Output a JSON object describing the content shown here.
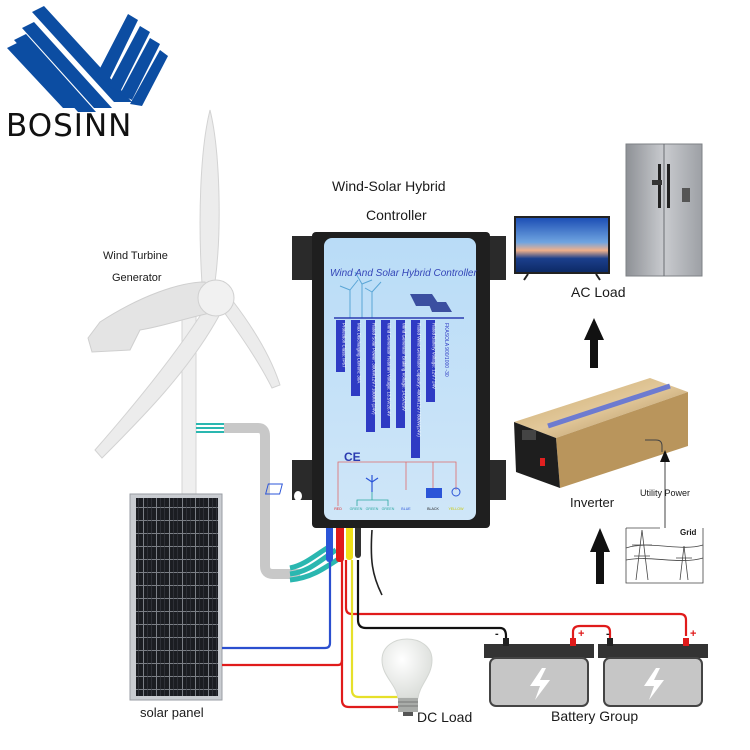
{
  "brand": {
    "name": "BOSINN",
    "logo_color": "#0c4da2"
  },
  "controller": {
    "title_line1": "Wind-Solar Hybrid",
    "title_line2": "Controller",
    "panel_heading": "Wind And Solar Hybrid Controller",
    "model": "FKASOLA 900/1000 -30",
    "specs": [
      "Protection Class: IP67",
      "Max Discharging Current: 30A",
      "Rated Solar Power: 300W/12V / 1000W (24V)",
      "Wind Generator Restrain Voltage: 13.5V/26.4V",
      "Wind Generator Braking Voltage: 14.5V/29V",
      "Rated Wind Generator Capacity: 400W/12V / 800W(24V)",
      "Rated Battery Voltage: 12V / 24V"
    ],
    "ce_mark": "CE",
    "terminals": [
      {
        "color_name": "RED",
        "color": "#e02020"
      },
      {
        "color_name": "GREEN",
        "color": "#2aa7a0"
      },
      {
        "color_name": "GREEN",
        "color": "#2aa7a0"
      },
      {
        "color_name": "GREEN",
        "color": "#2aa7a0"
      },
      {
        "color_name": "BLUE",
        "color": "#2b55d8"
      },
      {
        "color_name": "BLACK",
        "color": "#222222"
      },
      {
        "color_name": "YELLOW",
        "color": "#c8c800"
      }
    ]
  },
  "components": {
    "wind_turbine_line1": "Wind Turbine",
    "wind_turbine_line2": "Generator",
    "solar_panel": "solar panel",
    "dc_load": "DC Load",
    "battery_group": "Battery Group",
    "inverter": "Inverter",
    "utility_power": "Utility Power",
    "grid": "Grid",
    "ac_load": "AC Load"
  },
  "wire_colors": {
    "positive": "#e01b1b",
    "negative": "#111111",
    "solar_negative": "#2b4fcf",
    "load": "#e6e02a",
    "wind": "#2ab7b0",
    "wind_sheath": "#c8c8c8"
  },
  "battery": {
    "minus": "-",
    "plus": "+"
  }
}
